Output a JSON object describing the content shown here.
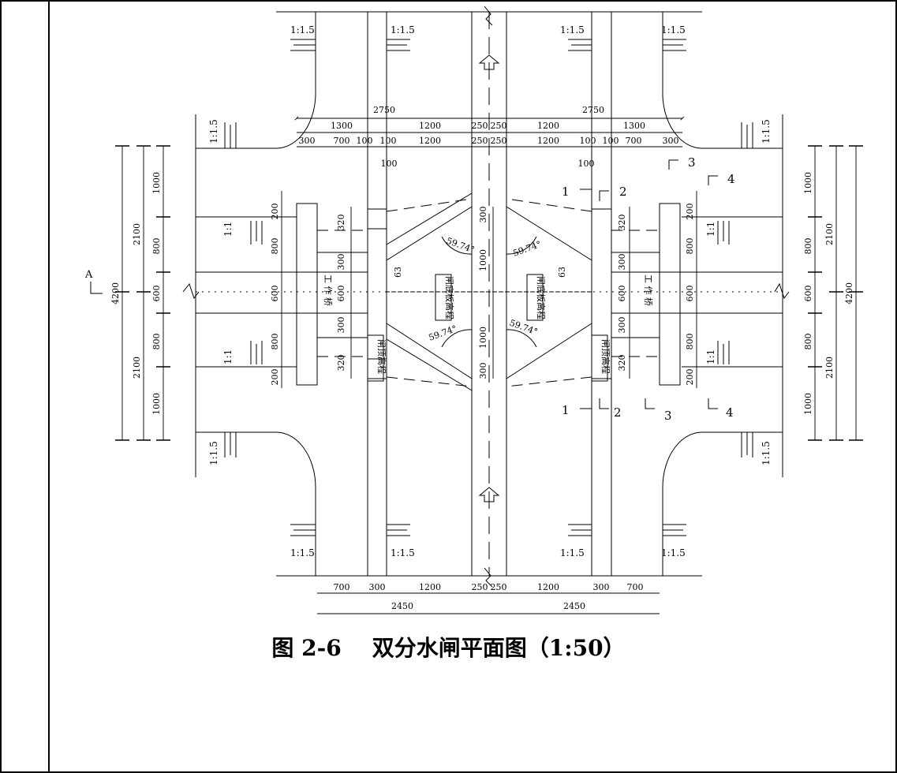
{
  "figure": {
    "caption_number": "图 2-6",
    "caption_title": "双分水闸平面图（1:50）"
  },
  "slope_labels": {
    "s15": "1:1.5",
    "s1": "1:1"
  },
  "dimensions_top": {
    "row1": [
      "2750",
      "2750"
    ],
    "row2": [
      "1300",
      "1200",
      "250",
      "250",
      "1200",
      "1300"
    ],
    "row3": [
      "300",
      "700",
      "100",
      "100",
      "1200",
      "250",
      "250",
      "1200",
      "100",
      "100",
      "700",
      "300"
    ],
    "pier_width": "100"
  },
  "dimensions_bottom": {
    "row1": [
      "700",
      "300",
      "1200",
      "250",
      "250",
      "1200",
      "300",
      "700"
    ],
    "row2": [
      "2450",
      "2450"
    ]
  },
  "dimensions_left": {
    "total": "4200",
    "halves": [
      "2100",
      "2100"
    ],
    "parts": [
      "1000",
      "800",
      "600",
      "800",
      "1000"
    ]
  },
  "dimensions_right": {
    "total": "4200",
    "halves": [
      "2100",
      "2100"
    ],
    "parts": [
      "1000",
      "800",
      "600",
      "800",
      "1000"
    ]
  },
  "gate_dims": {
    "side": [
      "200",
      "800",
      "600",
      "800",
      "200"
    ],
    "inner": [
      "320",
      "300",
      "600",
      "300",
      "320"
    ],
    "center": [
      "300",
      "1000",
      "1000",
      "300"
    ],
    "small": "63"
  },
  "angle": "59.74°",
  "labels": {
    "bridge": "工 作 桥",
    "gate_top": "闸顶高程",
    "gate_bottom": "闸底板高程",
    "section_A": "A"
  },
  "section_marks": [
    "1",
    "2",
    "3",
    "4"
  ]
}
